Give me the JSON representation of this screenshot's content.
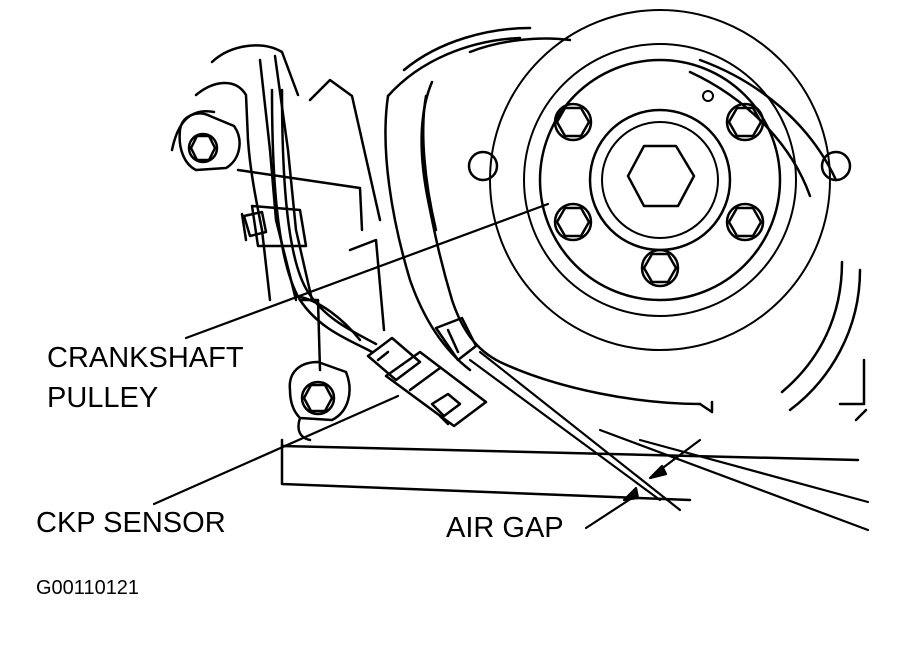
{
  "labels": {
    "crankshaft_pulley_line1": "CRANKSHAFT",
    "crankshaft_pulley_line2": "PULLEY",
    "ckp_sensor": "CKP SENSOR",
    "air_gap": "AIR GAP",
    "figure_id": "G00110121"
  },
  "colors": {
    "ink": "#000000",
    "paper": "#ffffff"
  }
}
